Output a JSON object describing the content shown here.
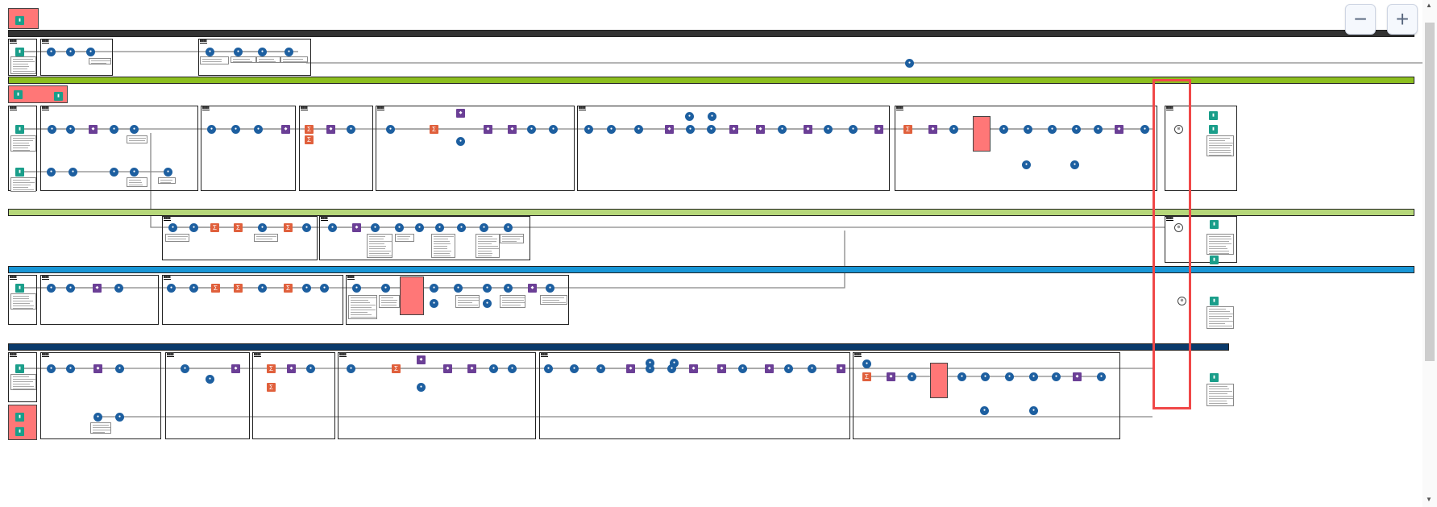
{
  "controls": {
    "zoom_out_label": "−",
    "zoom_in_label": "+"
  },
  "colors": {
    "band_dark": "#333333",
    "band_green": "#8cbf1f",
    "band_lightgreen": "#b6d77a",
    "band_blue": "#1996d6",
    "band_navy": "#0b3a6b",
    "tool_blue": "#1d5fa0",
    "tool_teal": "#1a9e8a",
    "tool_purple": "#6b3f96",
    "tool_orange": "#e0603c",
    "error_container": "#ff7777",
    "highlight": "#f04848"
  },
  "bands": [
    {
      "label": "",
      "color": "band_dark"
    },
    {
      "label": "",
      "color": "band_green"
    },
    {
      "label": "",
      "color": "band_lightgreen"
    },
    {
      "label": "",
      "color": "band_blue"
    },
    {
      "label": "",
      "color": "band_navy"
    }
  ],
  "canvas": {
    "description": "Zoomed-out workflow canvas; container and tool annotation text is illegible at this zoom level",
    "tool_types": [
      "input-data",
      "output-data",
      "select",
      "formula",
      "filter",
      "join",
      "union",
      "summarize",
      "sort",
      "sample",
      "browse"
    ]
  }
}
